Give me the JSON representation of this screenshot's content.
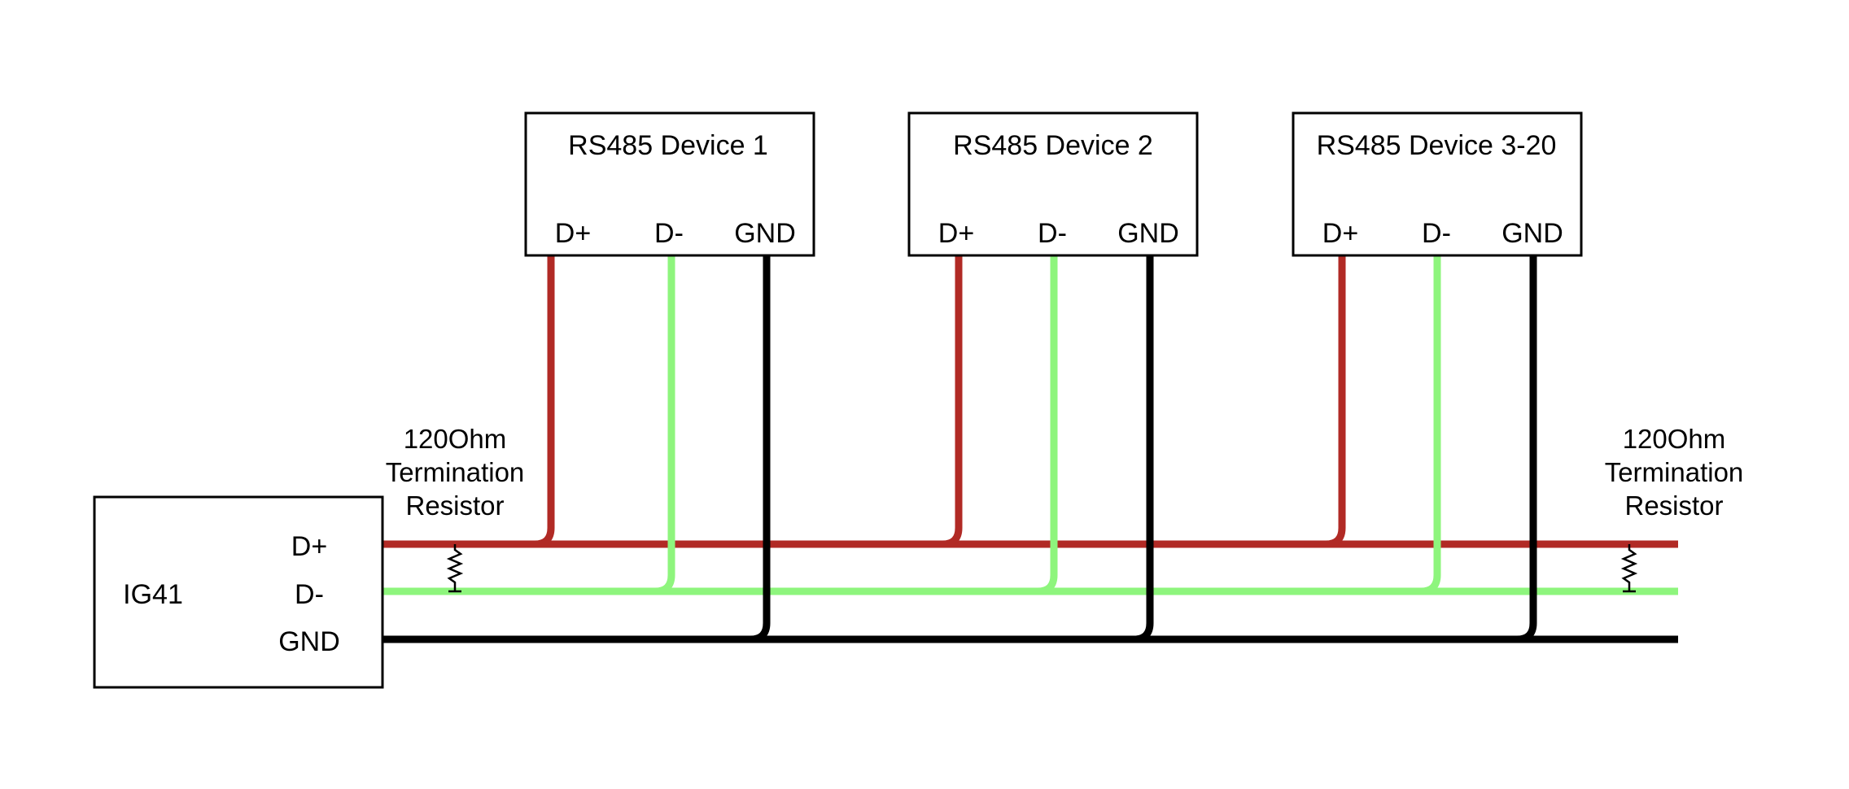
{
  "colors": {
    "d_plus": "#b12a25",
    "d_minus": "#8ef57d",
    "gnd": "#000000"
  },
  "controller": {
    "name": "IG41",
    "pins": [
      "D+",
      "D-",
      "GND"
    ]
  },
  "devices": [
    {
      "title": "RS485 Device 1",
      "pins": [
        "D+",
        "D-",
        "GND"
      ]
    },
    {
      "title": "RS485 Device 2",
      "pins": [
        "D+",
        "D-",
        "GND"
      ]
    },
    {
      "title": "RS485 Device 3-20",
      "pins": [
        "D+",
        "D-",
        "GND"
      ]
    }
  ],
  "terminators": [
    {
      "lines": [
        "120Ohm",
        "Termination",
        "Resistor"
      ]
    },
    {
      "lines": [
        "120Ohm",
        "Termination",
        "Resistor"
      ]
    }
  ]
}
